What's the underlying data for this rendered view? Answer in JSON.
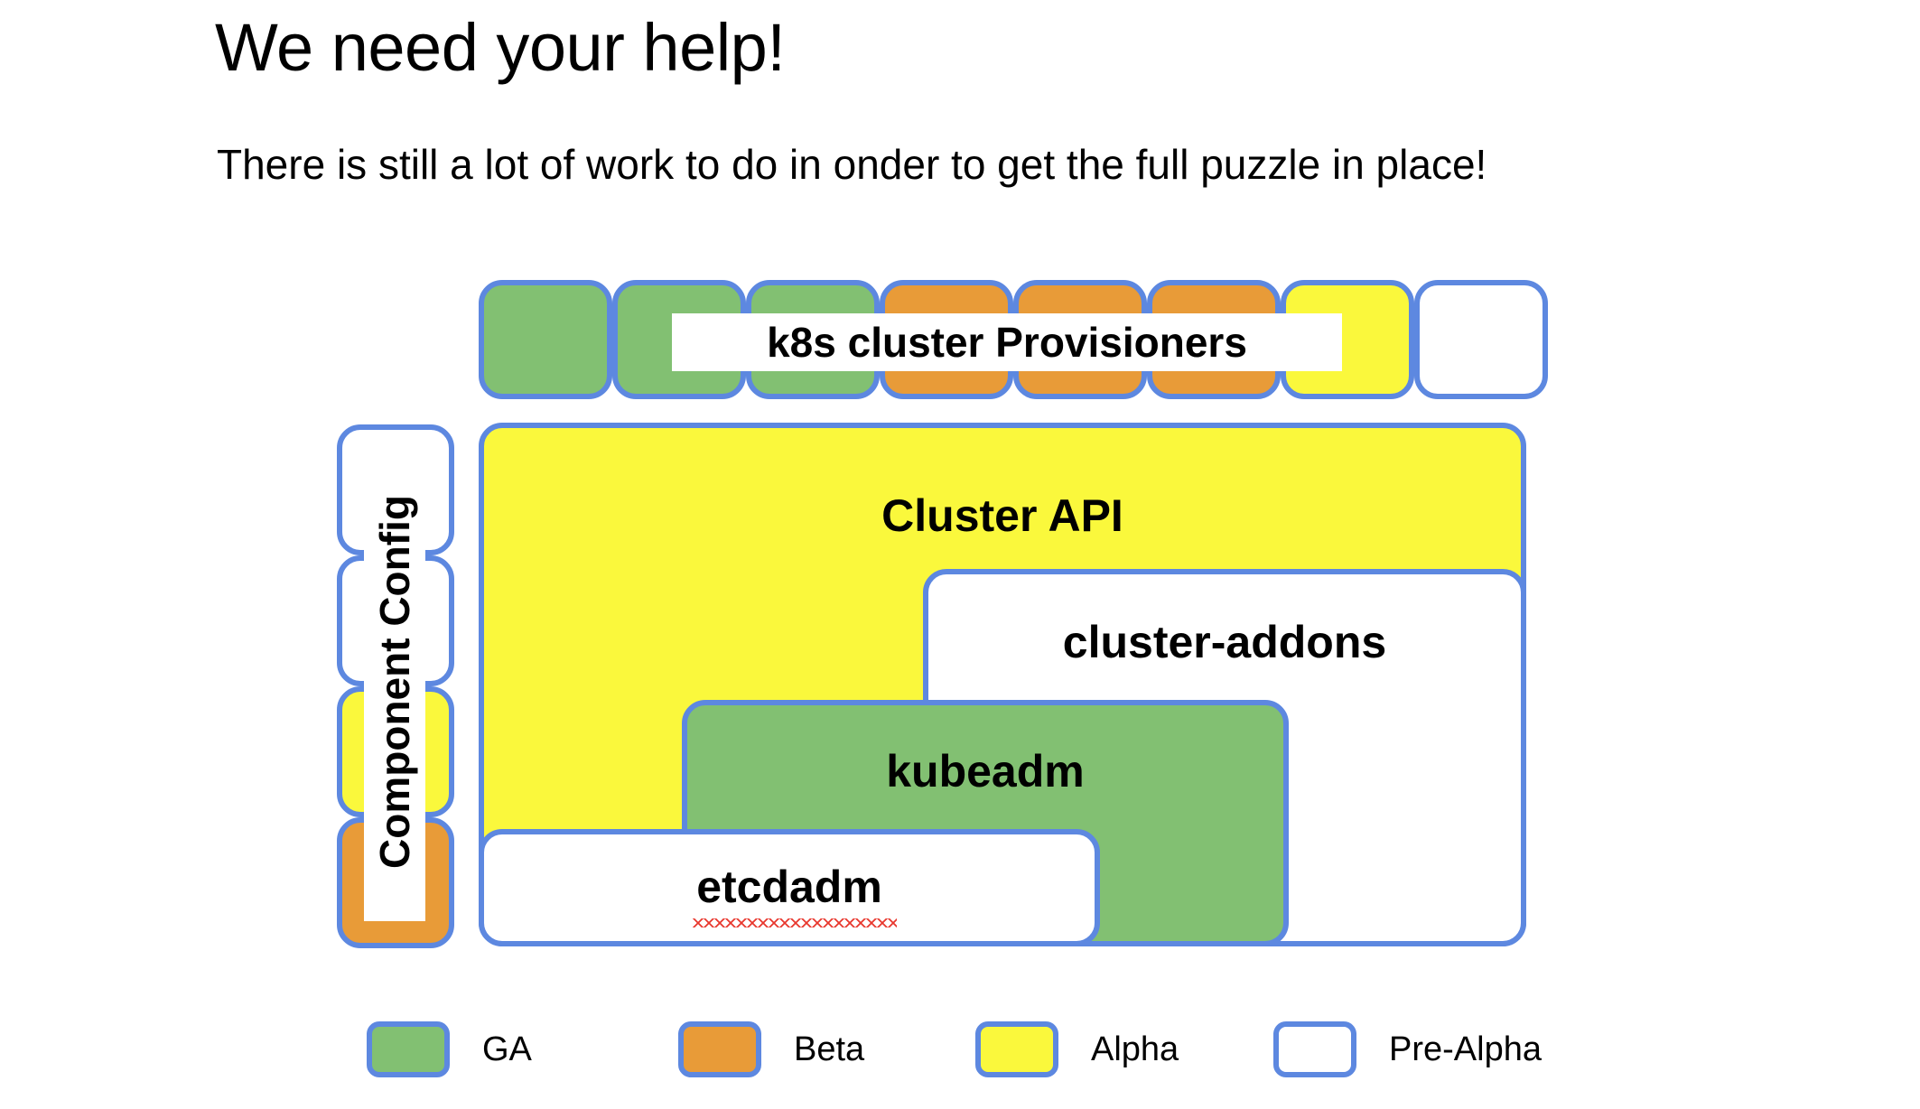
{
  "slide": {
    "title": "We need your help!",
    "subtitle": "There is still a lot of work to do in onder to get the full puzzle in place!"
  },
  "colors": {
    "ga": "#82c072",
    "beta": "#e89b38",
    "alpha": "#faf83c",
    "pre_alpha": "#ffffff",
    "border": "#5d88e0",
    "text": "#000000",
    "background": "#ffffff",
    "spellcheck_underline": "#e8392f"
  },
  "diagram": {
    "provisioner_row": {
      "label": "k8s cluster Provisioners",
      "tiles": [
        {
          "status": "GA"
        },
        {
          "status": "GA"
        },
        {
          "status": "GA"
        },
        {
          "status": "Beta"
        },
        {
          "status": "Beta"
        },
        {
          "status": "Beta"
        },
        {
          "status": "Alpha"
        },
        {
          "status": "Pre-Alpha"
        }
      ]
    },
    "component_config_column": {
      "label": "Component Config",
      "tiles": [
        {
          "status": "Pre-Alpha"
        },
        {
          "status": "Pre-Alpha"
        },
        {
          "status": "Alpha"
        },
        {
          "status": "Beta"
        }
      ]
    },
    "stack": [
      {
        "label": "Cluster API",
        "status": "Alpha"
      },
      {
        "label": "cluster-addons",
        "status": "Pre-Alpha"
      },
      {
        "label": "kubeadm",
        "status": "GA"
      },
      {
        "label": "etcdadm",
        "status": "Pre-Alpha",
        "spellcheck_flagged": true
      }
    ]
  },
  "legend": {
    "items": [
      {
        "label": "GA",
        "status": "GA"
      },
      {
        "label": "Beta",
        "status": "Beta"
      },
      {
        "label": "Alpha",
        "status": "Alpha"
      },
      {
        "label": "Pre-Alpha",
        "status": "Pre-Alpha"
      }
    ]
  }
}
